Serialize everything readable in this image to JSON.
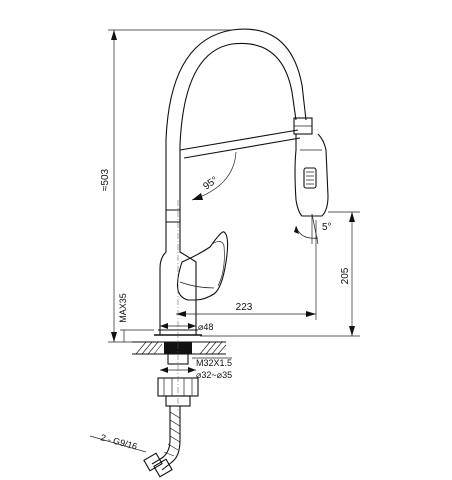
{
  "dimensions": {
    "overall_height": "≈503",
    "lever_height": "205",
    "reach": "223",
    "max_deck": "MAX35",
    "base_diameter": "⌀48",
    "thread": "M32X1.5",
    "hole_diameters": "⌀32~⌀35",
    "hoses": "2 - G9/16"
  },
  "angles": {
    "swivel": "95°",
    "spray_tilt": "5°"
  }
}
